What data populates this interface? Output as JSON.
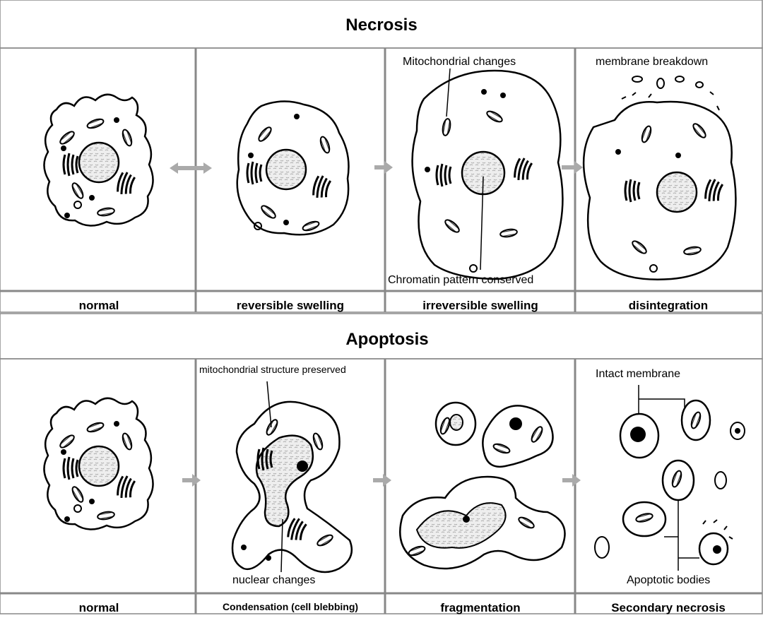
{
  "necrosis": {
    "title": "Necrosis",
    "captions": [
      "normal",
      "reversible swelling",
      "irreversible swelling",
      "disintegration"
    ],
    "annotations": {
      "mitochondrial_changes": "Mitochondrial changes",
      "chromatin_pattern": "Chromatin pattern conserved",
      "membrane_breakdown": "membrane breakdown"
    }
  },
  "apoptosis": {
    "title": "Apoptosis",
    "captions": [
      "normal",
      "Condensation (cell blebbing)",
      "fragmentation",
      "Secondary necrosis"
    ],
    "annotations": {
      "mito_preserved": "mitochondrial structure preserved",
      "nuclear_changes": "nuclear changes",
      "intact_membrane": "Intact membrane",
      "apoptotic_bodies": "Apoptotic bodies"
    }
  },
  "colors": {
    "line": "#000000",
    "panel_border": "#888888",
    "arrow": "#aaaaaa",
    "nucleus_fill": "#e8e8e8"
  }
}
